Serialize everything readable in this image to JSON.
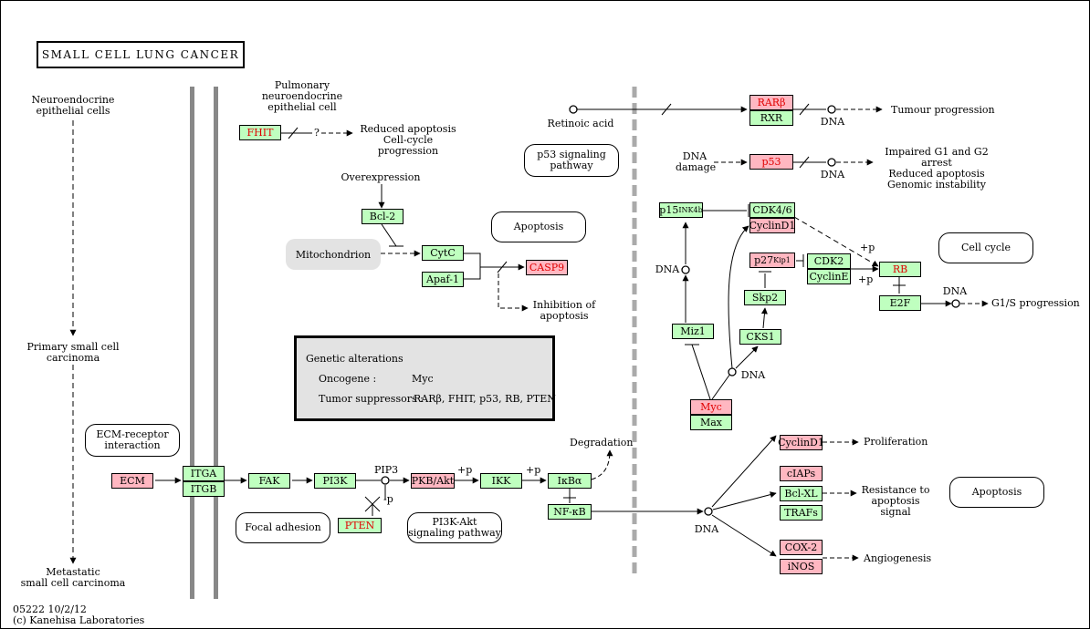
{
  "title": "SMALL CELL LUNG CANCER",
  "footer": {
    "id_date": "05222 10/2/12",
    "copyright": "(c) Kanehisa Laboratories"
  },
  "labels": {
    "neuro": "Neuroendocrine\nepithelial cells",
    "primary": "Primary small cell\ncarcinoma",
    "metastatic": "Metastatic\nsmall cell carcinoma",
    "pulmonary": "Pulmonary neuroendocrine\nepithelial cell",
    "reduced_apop": "Reduced apoptosis\nCell-cycle progression",
    "question": "?",
    "overexpression": "Overexpression",
    "inhibition": "Inhibition of\napoptosis",
    "retinoic": "Retinoic acid",
    "dna_damage": "DNA\ndamage",
    "tumour": "Tumour progression",
    "impaired": "Impaired G1 and G2 arrest\nReduced apoptosis\nGenomic instability",
    "pip3": "PIP3",
    "minus_p": "-p",
    "plus_p": "+p",
    "degradation": "Degradation",
    "proliferation": "Proliferation",
    "resistance": "Resistance to\napoptosis signal",
    "angiogenesis": "Angiogenesis",
    "g1s": "G1/S progression",
    "dna": "DNA"
  },
  "maps": {
    "p53": "p53 signaling\npathway",
    "apoptosis": "Apoptosis",
    "cell_cycle": "Cell cycle",
    "ecm_receptor": "ECM-receptor\ninteraction",
    "focal": "Focal adhesion",
    "pi3k_akt": "PI3K-Akt\nsignaling pathway",
    "apoptosis2": "Apoptosis"
  },
  "mitochondrion": "Mitochondrion",
  "genes": {
    "fhit": "FHIT",
    "bcl2": "Bcl-2",
    "cytc": "CytC",
    "apaf1": "Apaf-1",
    "casp9": "CASP9",
    "rarb": "RARβ",
    "rxr": "RXR",
    "p53": "p53",
    "p15": "p15",
    "p15_sup": "INK4b",
    "cdk46": "CDK4/6",
    "cyclind1_a": "CyclinD1",
    "p27": "p27",
    "p27_sup": "Kip1",
    "cdk2": "CDK2",
    "cycline": "CyclinE",
    "rb": "RB",
    "e2f": "E2F",
    "skp2": "Skp2",
    "cks1": "CKS1",
    "miz1": "Miz1",
    "myc": "Myc",
    "max": "Max",
    "ecm": "ECM",
    "itga": "ITGA",
    "itgb": "ITGB",
    "fak": "FAK",
    "pi3k": "PI3K",
    "pten": "PTEN",
    "pkb": "PKB/Akt",
    "ikk": "IKK",
    "ikba": "IκBα",
    "nfkb": "NF-κB",
    "cyclind1_b": "CyclinD1",
    "ciaps": "cIAPs",
    "bclxl": "Bcl-XL",
    "trafs": "TRAFs",
    "cox2": "COX-2",
    "inos": "iNOS"
  },
  "genetic": {
    "heading": "Genetic alterations",
    "oncogene_label": "Oncogene :",
    "oncogene_value": "Myc",
    "suppressor_label": "Tumor suppressors :",
    "suppressor_value": "RARβ, FHIT, p53, RB, PTEN"
  }
}
